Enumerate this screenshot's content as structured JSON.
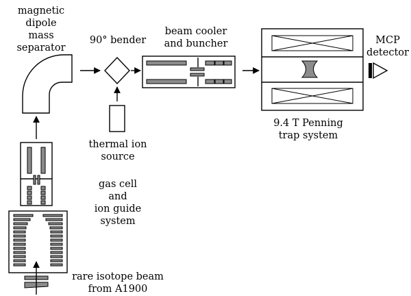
{
  "labels": {
    "separator": [
      "magnetic",
      "dipole",
      "mass",
      "separator"
    ],
    "bender": [
      "90° bender"
    ],
    "cooler": [
      "beam cooler",
      "and buncher"
    ],
    "mcp": [
      "MCP",
      "detector"
    ],
    "penning": [
      "9.4 T Penning",
      "trap system"
    ],
    "thermal": [
      "thermal ion",
      "source"
    ],
    "gascell": [
      "gas cell",
      "and",
      "ion guide",
      "system"
    ],
    "beam": [
      "rare isotope beam",
      "from A1900"
    ]
  }
}
